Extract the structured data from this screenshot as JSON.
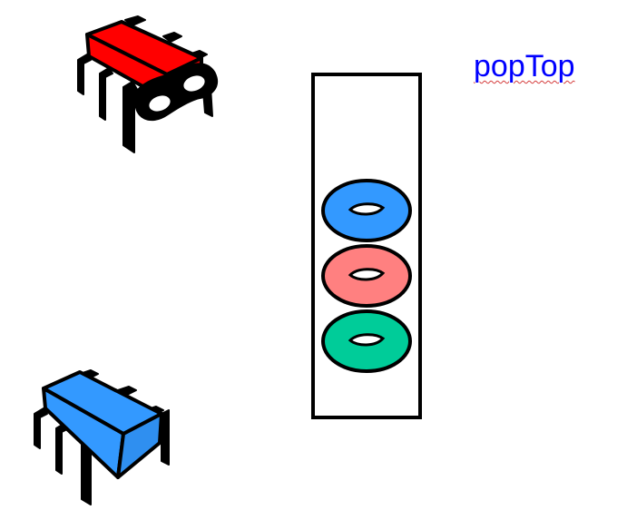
{
  "link": {
    "text": "popTop"
  },
  "stack": {
    "items": [
      {
        "color": "#3399ff",
        "name": "blue"
      },
      {
        "color": "#ff8080",
        "name": "pink"
      },
      {
        "color": "#00cc99",
        "name": "green"
      }
    ]
  },
  "bugs": [
    {
      "color": "#ff0000",
      "name": "red",
      "has_eyes": true
    },
    {
      "color": "#3399ff",
      "name": "blue",
      "has_eyes": false
    }
  ],
  "colors": {
    "link": "#0000ff",
    "spellcheck_underline": "#d43b3b",
    "outline": "#000000"
  }
}
